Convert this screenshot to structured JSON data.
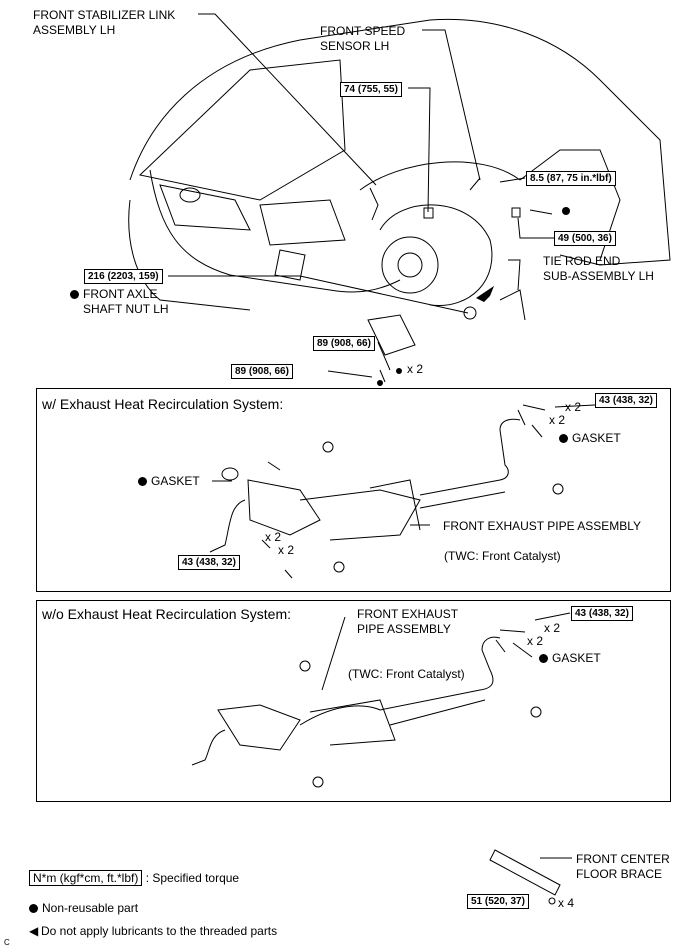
{
  "labels": {
    "stabilizer_link": [
      "FRONT STABILIZER LINK",
      "ASSEMBLY LH"
    ],
    "speed_sensor": [
      "FRONT SPEED",
      "SENSOR LH"
    ],
    "tie_rod": [
      "TIE ROD END",
      "SUB-ASSEMBLY LH"
    ],
    "axle_nut": [
      "FRONT AXLE",
      "SHAFT NUT LH"
    ],
    "floor_brace": [
      "FRONT CENTER",
      "FLOOR BRACE"
    ]
  },
  "torques": {
    "t_74": "74 (755, 55)",
    "t_8_5": "8.5 (87, 75 in.*lbf)",
    "t_49": "49 (500, 36)",
    "t_216": "216 (2203, 159)",
    "t_89_a": "89 (908, 66)",
    "t_89_b": "89 (908, 66)",
    "t_43_p1_top": "43 (438, 32)",
    "t_43_p1_bottom": "43 (438, 32)",
    "t_43_p2": "43 (438, 32)",
    "t_51": "51 (520, 37)"
  },
  "multipliers": {
    "x2": "x 2",
    "x4": "x 4"
  },
  "panel1": {
    "title": "w/ Exhaust Heat Recirculation System:",
    "gasket_left": "GASKET",
    "gasket_right": "GASKET",
    "pipe_label": "FRONT EXHAUST PIPE ASSEMBLY",
    "twc": "(TWC: Front Catalyst)"
  },
  "panel2": {
    "title": "w/o Exhaust Heat Recirculation System:",
    "pipe_label": [
      "FRONT EXHAUST",
      "PIPE ASSEMBLY"
    ],
    "twc": "(TWC: Front Catalyst)",
    "gasket": "GASKET"
  },
  "legend": {
    "box_text": "N*m (kgf*cm, ft.*lbf)",
    "torque_desc": ": Specified torque",
    "nonreusable": "Non-reusable part",
    "no_lubricant": "Do not apply lubricants to the threaded parts"
  },
  "corner_code": "C"
}
